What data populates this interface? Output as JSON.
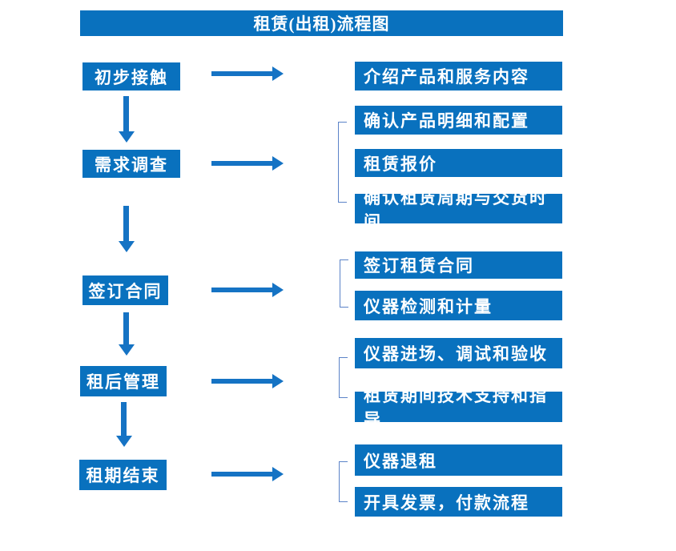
{
  "title": "租赁(出租)流程图",
  "colors": {
    "box_blue": "#0971BE",
    "arrow_blue": "#1573C4",
    "bracket_blue": "#5B83C8",
    "text_white": "#FFFFFF",
    "background": "#FFFFFF"
  },
  "flow": [
    {
      "step": "初步接触",
      "outputs": [
        "介绍产品和服务内容"
      ]
    },
    {
      "step": "需求调查",
      "outputs": [
        "确认产品明细和配置",
        "租赁报价",
        "确认租赁周期与交货时间"
      ]
    },
    {
      "step": "签订合同",
      "outputs": [
        "签订租赁合同",
        "仪器检测和计量"
      ]
    },
    {
      "step": "租后管理",
      "outputs": [
        "仪器进场、调试和验收",
        "租赁期间技术支持和指导"
      ]
    },
    {
      "step": "租期结束",
      "outputs": [
        "仪器退租",
        "开具发票，付款流程"
      ]
    }
  ]
}
